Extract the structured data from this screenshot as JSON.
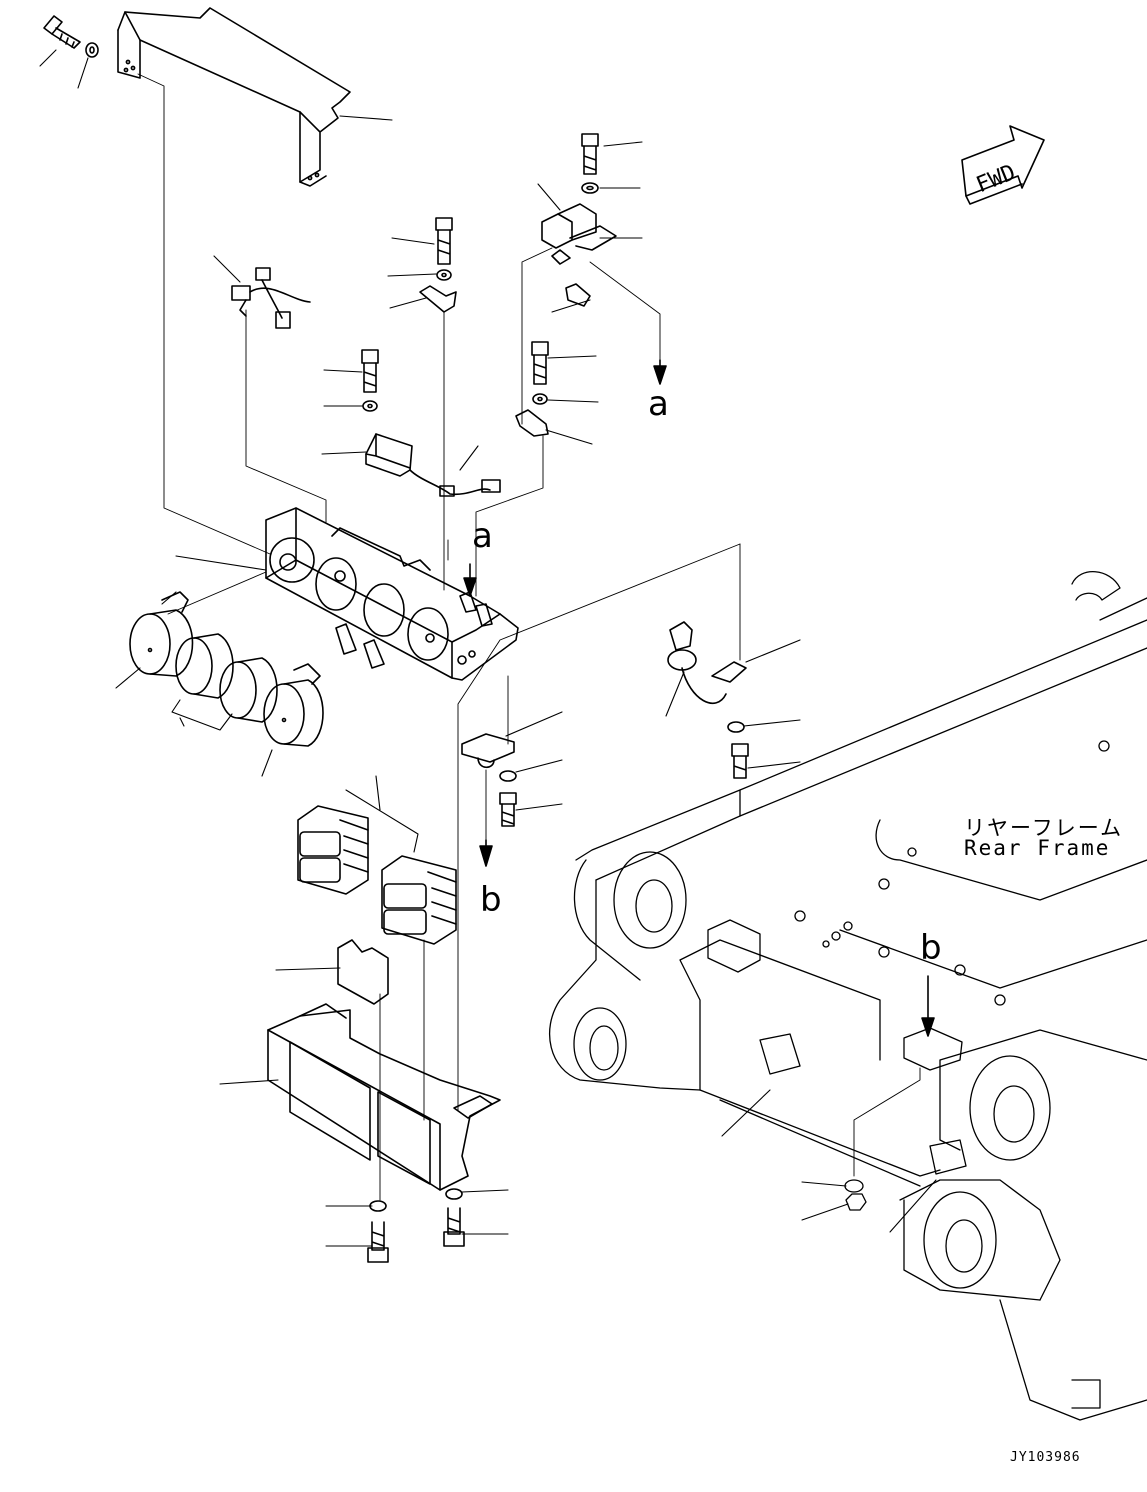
{
  "fwd_arrow": {
    "text": "FWD"
  },
  "markers": {
    "a_upper": "a",
    "a_lower": "a",
    "b_left": "b",
    "b_right": "b"
  },
  "rear_frame": {
    "label_jp": "リヤーフレーム",
    "label_en": "Rear Frame"
  },
  "drawing_code": "JY103986"
}
